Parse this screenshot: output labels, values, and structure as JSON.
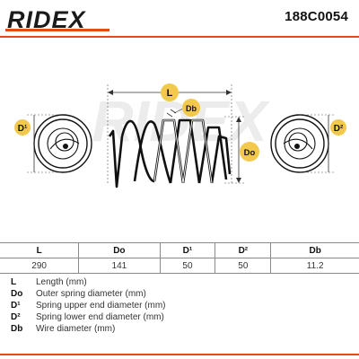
{
  "brand": {
    "logo_text": "RIDEX",
    "accent_color": "#e64a19",
    "watermark_text": "RIDEX"
  },
  "header": {
    "part_number": "188C0054"
  },
  "drawing": {
    "labels": {
      "length": "L",
      "wire": "Db",
      "outer": "Do",
      "upper": "D¹",
      "lower": "D²"
    }
  },
  "table": {
    "headers": [
      "L",
      "Do",
      "D¹",
      "D²",
      "Db"
    ],
    "values": [
      "290",
      "141",
      "50",
      "50",
      "11.2"
    ]
  },
  "legend": [
    {
      "symbol": "L",
      "text": "Length (mm)"
    },
    {
      "symbol": "Do",
      "text": "Outer spring diameter (mm)"
    },
    {
      "symbol": "D¹",
      "text": "Spring upper end diameter (mm)"
    },
    {
      "symbol": "D²",
      "text": "Spring lower end diameter (mm)"
    },
    {
      "symbol": "Db",
      "text": "Wire diameter (mm)"
    }
  ]
}
